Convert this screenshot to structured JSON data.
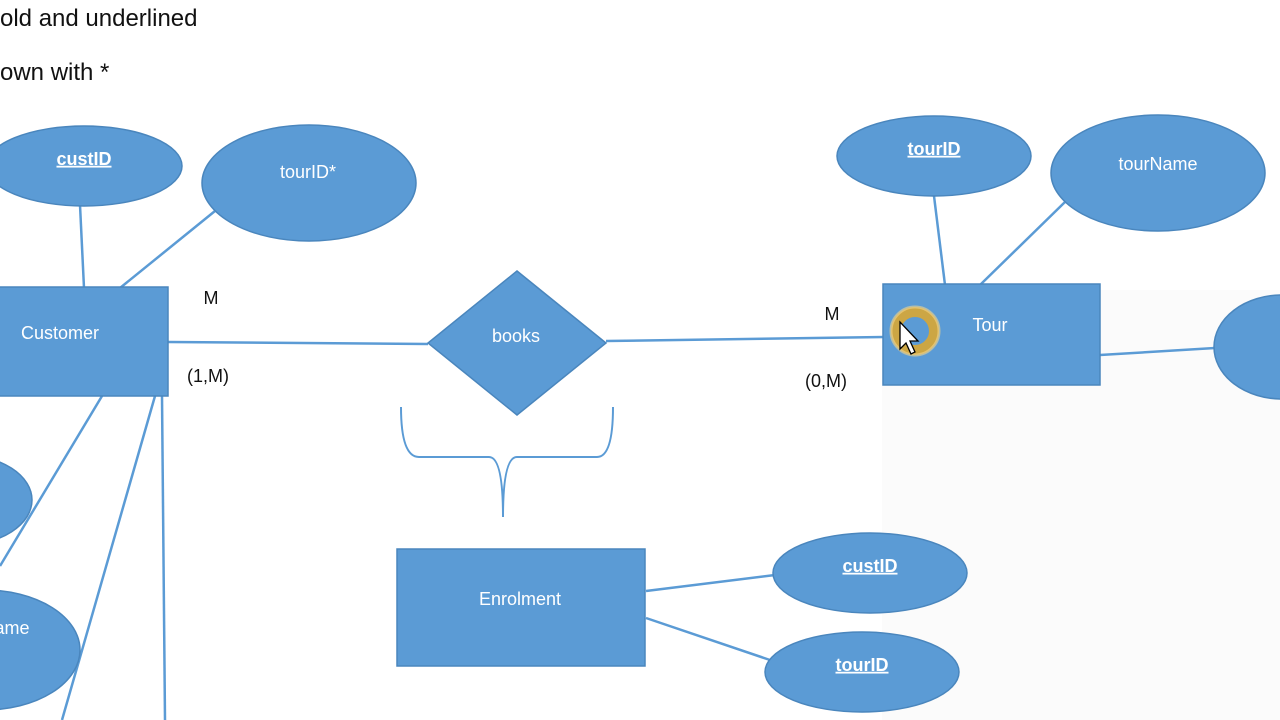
{
  "notes": {
    "line1": "old and underlined",
    "line2": "own with *"
  },
  "entities": {
    "customer": "Customer",
    "tour": "Tour",
    "enrolment": "Enrolment"
  },
  "relationships": {
    "books": "books"
  },
  "attributes": {
    "customer_custid": "custID",
    "customer_tourid": "tourID*",
    "customer_name_partial": "ame",
    "tour_tourid": "tourID",
    "tour_tourname": "tourName",
    "enrolment_custid": "custID",
    "enrolment_tourid": "tourID"
  },
  "cardinality": {
    "customer_side_max": "M",
    "customer_side_participation": "(1,M)",
    "tour_side_max": "M",
    "tour_side_participation": "(0,M)"
  },
  "colors": {
    "shape_fill": "#5b9bd5",
    "line": "#5b9bd5",
    "cursor_highlight": "#e0a82a"
  },
  "icons": {
    "cursor": "mouse-pointer-icon"
  }
}
